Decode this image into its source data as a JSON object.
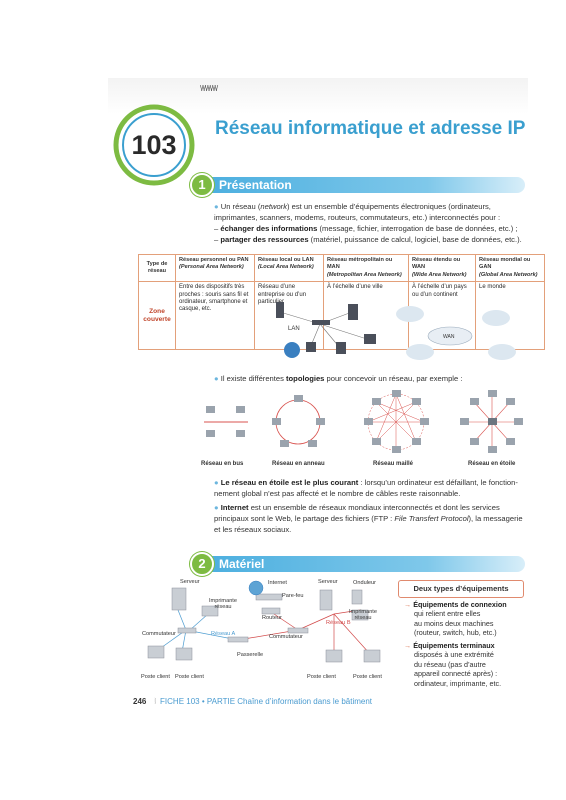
{
  "fiche_number": "103",
  "title": "Réseau informatique et adresse IP",
  "section1": {
    "number": "1",
    "title": "Présentation",
    "intro_lead": "Un réseau (",
    "intro_italic": "network",
    "intro_rest": ") est un ensemble d’équipements électroniques (ordinateurs,",
    "intro_line2": "imprimantes, scanners, modems, routeurs, commutateurs, etc.) interconnectés pour :",
    "point1_bold": "échanger des informations",
    "point1_rest": " (message, fichier, interrogation de base de données, etc.) ;",
    "point2_bold": "partager des ressources",
    "point2_rest": " (matériel, puissance de calcul, logiciel, base de données, etc.).",
    "table": {
      "row_type_label": "Type de réseau",
      "row_zone_label": "Zone couverte",
      "columns": [
        {
          "name": "Réseau personnel ou PAN",
          "sub": "(Personal Area Network)",
          "zone": "Entre des dispositifs très proches : souris sans fil et ordinateur, smartphone et casque, etc."
        },
        {
          "name": "Réseau local ou LAN",
          "sub": "(Local Area Network)",
          "zone": "Réseau d’une entreprise ou d’un particulier"
        },
        {
          "name": "Réseau métropolitain ou MAN",
          "sub": "(Metropolitan Area Network)",
          "zone": "À l’échelle d’une ville"
        },
        {
          "name": "Réseau étendu ou WAN",
          "sub": "(Wide Area Network)",
          "zone": "À l’échelle d’un pays ou d’un continent"
        },
        {
          "name": "Réseau mondial ou GAN",
          "sub": "(Global Area Network)",
          "zone": "Le monde"
        }
      ]
    },
    "diagram_labels": {
      "lan": "LAN",
      "wan": "WAN"
    },
    "topologies_intro_pre": "Il existe différentes ",
    "topologies_intro_bold": "topologies",
    "topologies_intro_post": " pour concevoir un réseau, par exemple :",
    "topologies": [
      "Réseau en bus",
      "Réseau en anneau",
      "Réseau maillé",
      "Réseau en étoile"
    ],
    "star_bold": "Le réseau en étoile est le plus courant",
    "star_rest": " : lorsqu’un ordinateur est défaillant, le fonction-",
    "star_line2": "nement global n’est pas affecté et le nombre de câbles reste raisonnable.",
    "internet_bold": "Internet",
    "internet_rest": " est un ensemble de réseaux mondiaux interconnectés et dont les services",
    "internet_line2_pre": "principaux sont le Web, le partage des fichiers (FTP : ",
    "internet_line2_italic": "File Transfert Protocol",
    "internet_line2_post": "), la messagerie",
    "internet_line3": "et les réseaux sociaux."
  },
  "section2": {
    "number": "2",
    "title": "Matériel",
    "labels": {
      "serveur1": "Serveur",
      "imprimante1": "Imprimante réseau",
      "internet": "Internet",
      "parefeu": "Pare-feu",
      "routeur": "Routeur",
      "serveur2": "Serveur",
      "onduleur": "Onduleur",
      "imprimante2": "Imprimante réseau",
      "reseau_a": "Réseau A",
      "reseau_b": "Réseau B",
      "commutateur1": "Commutateur",
      "commutateur2": "Commutateur",
      "passerelle": "Passerelle",
      "client1": "Poste client",
      "client2": "Poste client",
      "client3": "Poste client",
      "client4": "Poste client"
    },
    "box_title": "Deux types d’équipements",
    "eq1_bold": "Équipements de connexion",
    "eq1_rest": [
      "qui relient entre elles",
      "au moins deux machines",
      "(routeur, switch, hub, etc.)"
    ],
    "eq2_bold": "Équipements terminaux",
    "eq2_rest": [
      "disposés à une extrémité",
      "du réseau (pas d’autre",
      "appareil connecté après) :",
      "ordinateur, imprimante, etc."
    ]
  },
  "footer": {
    "page": "246",
    "fiche": "FICHE 103",
    "partie": "• PARTIE ",
    "partie_title": "Chaîne d’information dans le bâtiment"
  },
  "colors": {
    "accent_blue": "#3a9fcf",
    "accent_green": "#7dbb42",
    "accent_red": "#c0452b"
  }
}
